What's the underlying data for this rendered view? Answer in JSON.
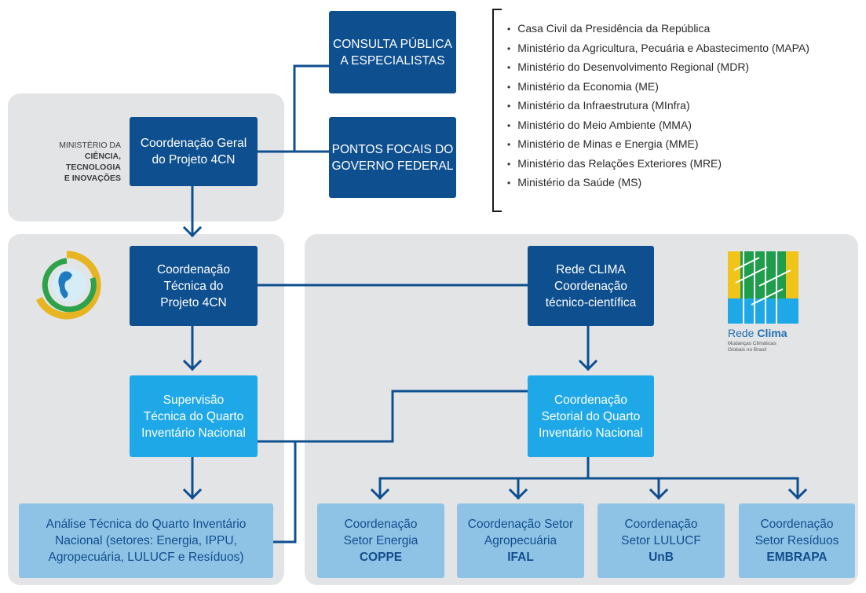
{
  "ministry": {
    "line1": "MINISTÉRIO DA",
    "line2": "CIÊNCIA, TECNOLOGIA",
    "line3": "E INOVAÇÕES"
  },
  "boxes": {
    "consulta": "CONSULTA PÚBLICA\nA ESPECIALISTAS",
    "pontos": "PONTOS FOCAIS DO\nGOVERNO FEDERAL",
    "coord_geral": "Coordenação Geral\ndo Projeto 4CN",
    "coord_tecnica": "Coordenação\nTécnica do\nProjeto 4CN",
    "supervisao": "Supervisão\nTécnica do Quarto\nInventário Nacional",
    "analise": "Análise Técnica do Quarto Inventário\nNacional (setores: Energia, IPPU,\nAgropecuária, LULUCF e Resíduos)",
    "rede_clima": "Rede CLIMA\nCoordenação\ntécnico-científica",
    "coord_setorial": "Coordenação\nSetorial do Quarto\nInventário Nacional"
  },
  "sectors": [
    {
      "label": "Coordenação\nSetor Energia",
      "org": "COPPE"
    },
    {
      "label": "Coordenação Setor\nAgropecuária",
      "org": "IFAL"
    },
    {
      "label": "Coordenação\nSetor LULUCF",
      "org": "UnB"
    },
    {
      "label": "Coordenação\nSetor Resíduos",
      "org": "EMBRAPA"
    }
  ],
  "ministries": [
    "Casa Civil da Presidência da República",
    "Ministério da Agricultura, Pecuária e Abastecimento (MAPA)",
    "Ministério do Desenvolvimento Regional (MDR)",
    "Ministério da Economia (ME)",
    "Ministério da Infraestrutura (MInfra)",
    "Ministério do Meio Ambiente (MMA)",
    "Ministério de Minas e Energia (MME)",
    "Ministério das Relações Exteriores (MRE)",
    "Ministério da Saúde (MS)"
  ],
  "rede_clima_logo": {
    "word1": "Rede",
    "word2": "Clima",
    "tagline": "Mudanças Climáticas\nGlobais no Brasil"
  },
  "colors": {
    "dark_blue": "#0e4f8f",
    "cyan": "#1ea8e8",
    "light_blue": "#8ec3e6",
    "panel_gray": "#e3e4e6"
  }
}
